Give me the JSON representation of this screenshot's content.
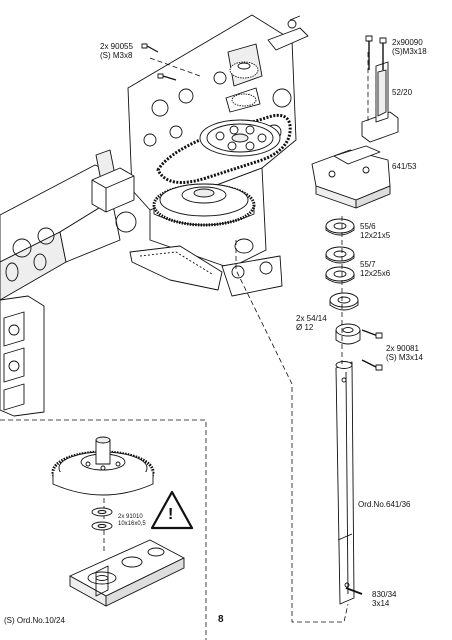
{
  "callouts": {
    "screw_90055": [
      "2x 90055",
      "(S) M3x8"
    ],
    "screw_90090": [
      "2x90090",
      "(S)M3x18"
    ],
    "part_52_20": [
      "52/20"
    ],
    "part_641_53": [
      "641/53"
    ],
    "bearing_55_6": [
      "55/6",
      "12x21x5"
    ],
    "bearing_55_7": [
      "55/7",
      "12x25x6"
    ],
    "collar_54_14": [
      "2x 54/14",
      "Ø 12"
    ],
    "screw_90081": [
      "2x 90081",
      "(S) M3x14"
    ],
    "shaft_641_36": [
      "Ord.No.641/36"
    ],
    "pin_830_34": [
      "830/34",
      "3x14"
    ],
    "washer_91010": [
      "2x 91010",
      "10x16x0,5"
    ],
    "order_10_24": [
      "(S) Ord.No.10/24"
    ]
  },
  "page": {
    "number": "8"
  },
  "warning": {
    "symbol": "!"
  },
  "colors": {
    "line": "#111111",
    "paper": "#ffffff",
    "shade": "#dcdcdc"
  }
}
